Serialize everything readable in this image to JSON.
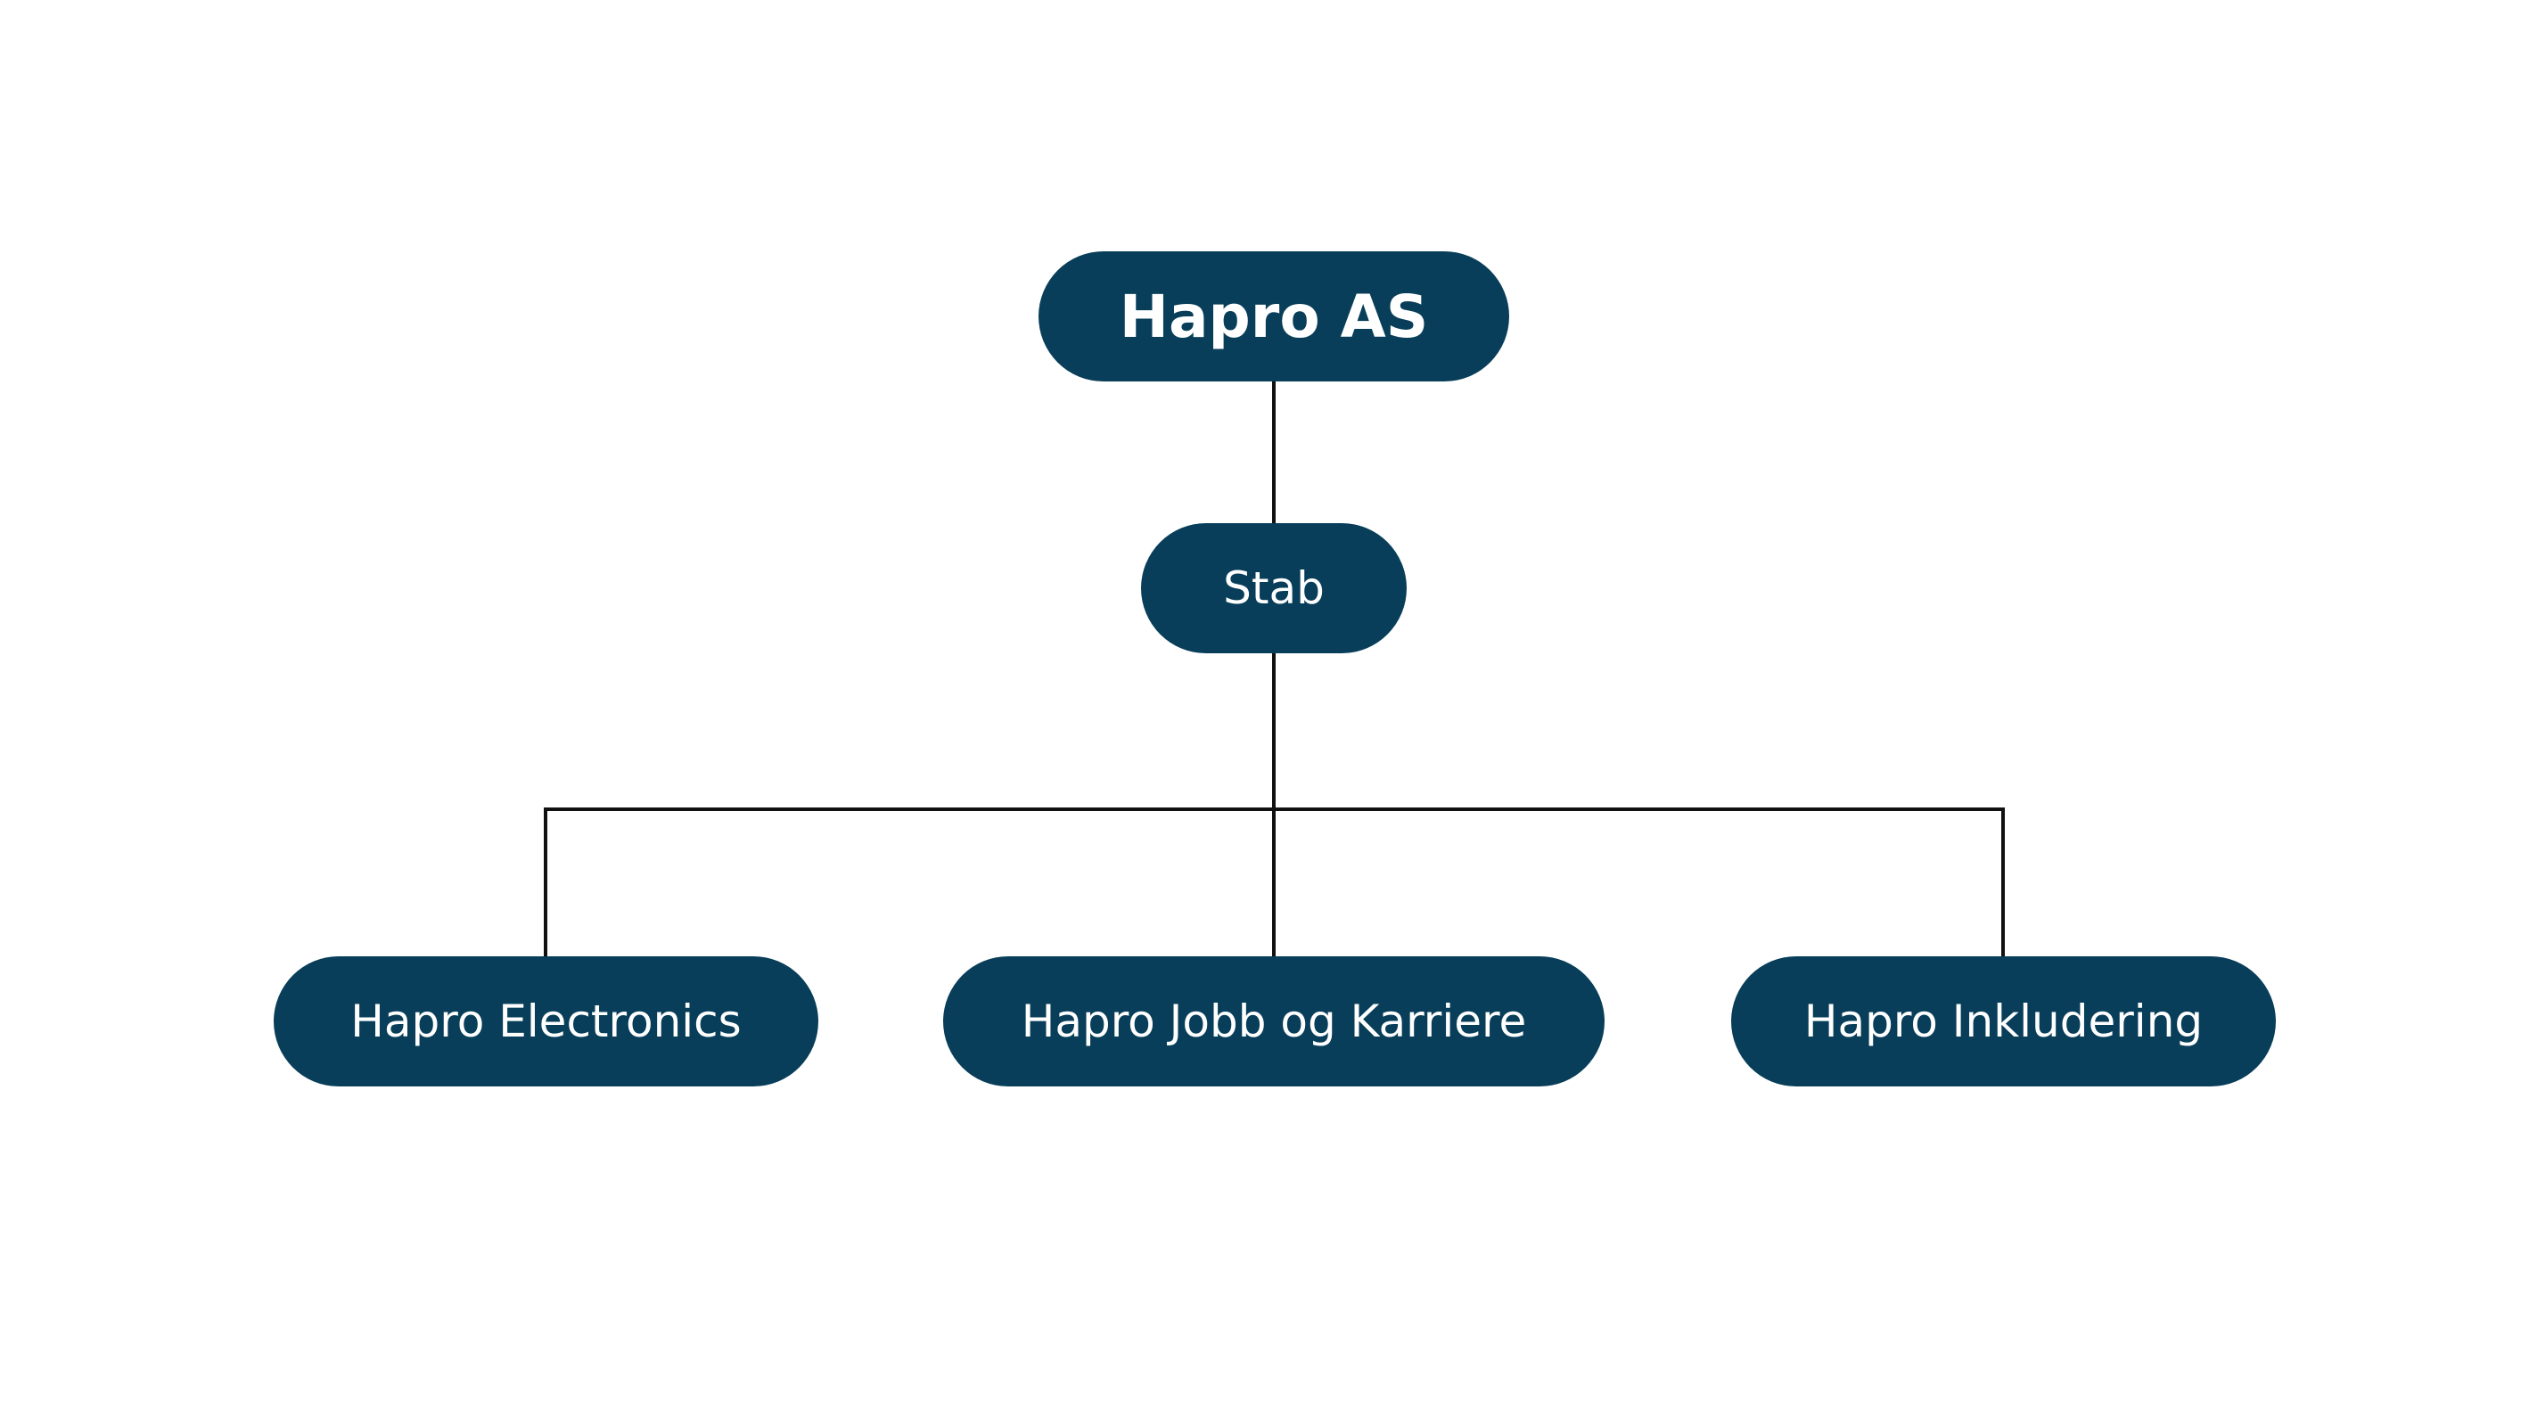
{
  "org_chart": {
    "root": {
      "label": "Hapro AS"
    },
    "staff": {
      "label": "Stab"
    },
    "units": [
      {
        "label": "Hapro Electronics"
      },
      {
        "label": "Hapro Jobb og Karriere"
      },
      {
        "label": "Hapro Inkludering"
      }
    ]
  },
  "colors": {
    "node_fill": "#083e59",
    "node_text": "#ffffff",
    "connector": "#111111",
    "background": "#ffffff"
  }
}
